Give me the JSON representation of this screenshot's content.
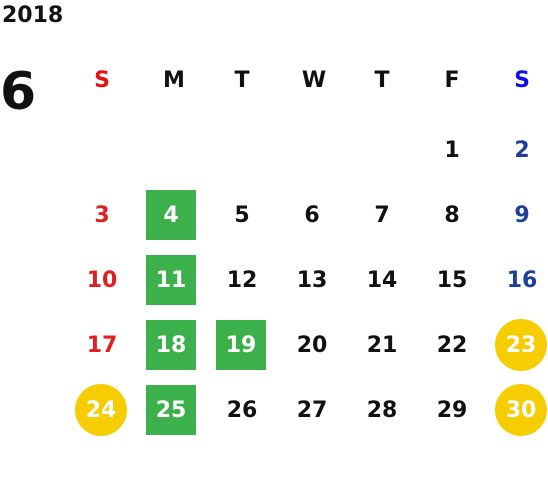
{
  "calendar": {
    "year": "2018",
    "month": "6",
    "weekdays": [
      "S",
      "M",
      "T",
      "W",
      "T",
      "F",
      "S"
    ],
    "weeks": [
      [
        "",
        "",
        "",
        "",
        "",
        "1",
        "2"
      ],
      [
        "3",
        "4",
        "5",
        "6",
        "7",
        "8",
        "9"
      ],
      [
        "10",
        "11",
        "12",
        "13",
        "14",
        "15",
        "16"
      ],
      [
        "17",
        "18",
        "19",
        "20",
        "21",
        "22",
        "23"
      ],
      [
        "24",
        "25",
        "26",
        "27",
        "28",
        "29",
        "30"
      ]
    ],
    "highlighted_green": [
      "4",
      "11",
      "18",
      "19",
      "25"
    ],
    "highlighted_yellow": [
      "23",
      "24",
      "30"
    ],
    "colors": {
      "sunday": "#e02020",
      "saturday": "#1e3e9b",
      "green_highlight": "#3cb04a",
      "yellow_highlight": "#f5cd00"
    }
  }
}
